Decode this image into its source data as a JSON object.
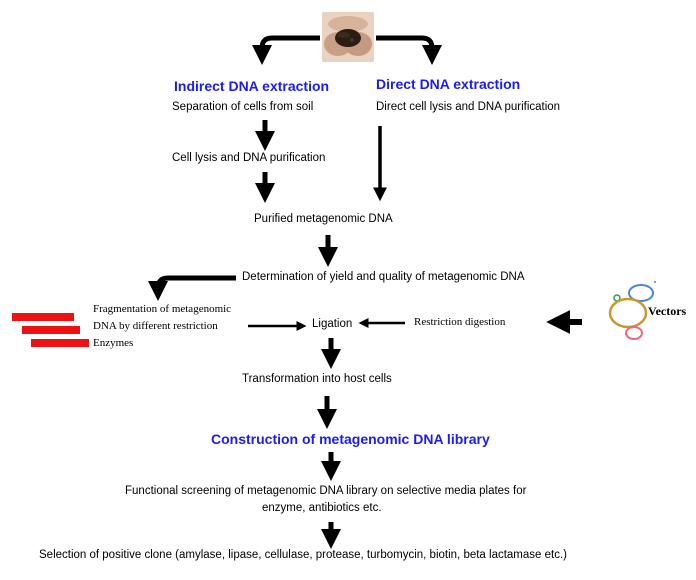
{
  "labels": {
    "indirect_title": "Indirect DNA extraction",
    "direct_title": "Direct DNA extraction",
    "separation": "Separation of cells from soil",
    "direct_lysis": "Direct cell lysis and DNA purification",
    "cell_lysis": "Cell lysis and DNA purification",
    "purified": "Purified metagenomic DNA",
    "yield": "Determination of yield and quality of metagenomic DNA",
    "fragment_line1": "Fragmentation of metagenomic",
    "fragment_line2": "DNA by different restriction",
    "fragment_line3": "Enzymes",
    "ligation": "Ligation",
    "restriction": "Restriction digestion",
    "vectors": "Vectors",
    "transformation": "Transformation into host cells",
    "library_title": "Construction of metagenomic DNA library",
    "screening_line1": "Functional screening of metagenomic DNA library on selective media plates for",
    "screening_line2": "enzyme, antibiotics etc.",
    "selection": "Selection of positive clone (amylase, lipase, cellulase, protease, turbomycin, biotin, beta lactamase etc.)"
  },
  "colors": {
    "heading_blue": "#1a1aff",
    "fragment_red": "#ee1111",
    "arrow": "#000000",
    "vector_blue": "#4a86d8",
    "vector_gold": "#c89a2c",
    "vector_pink": "#ee6677",
    "vector_green": "#3a9a4a"
  },
  "icons": {
    "soil": "hands-holding-soil-icon",
    "vectors": "plasmid-vectors-icon",
    "fragments": "dna-fragments-icon"
  }
}
